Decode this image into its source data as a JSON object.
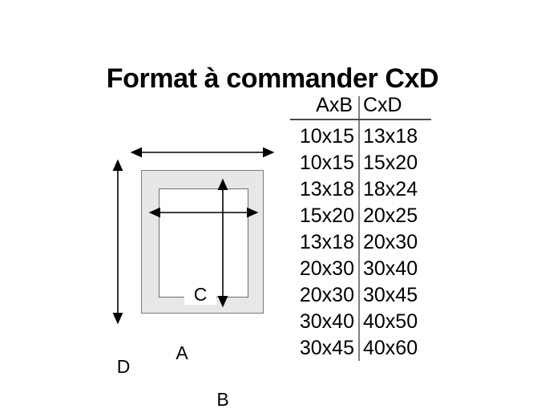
{
  "title": "Format à commander CxD",
  "diagram": {
    "name": "picture-frame-dimension-diagram",
    "labels": {
      "width_outer": "C",
      "height_outer": "D",
      "width_inner": "A",
      "height_inner": "B"
    },
    "colors": {
      "mat_fill": "#e7e7e7",
      "mat_border": "#7a7a7a",
      "aperture_fill": "#ffffff",
      "aperture_border": "#6e6e6e",
      "line": "#000000"
    }
  },
  "table": {
    "headers": [
      "AxB",
      "CxD"
    ],
    "rows": [
      {
        "ab": "10x15",
        "cd": "13x18"
      },
      {
        "ab": "10x15",
        "cd": "15x20"
      },
      {
        "ab": "13x18",
        "cd": "18x24"
      },
      {
        "ab": "15x20",
        "cd": "20x25"
      },
      {
        "ab": "13x18",
        "cd": "20x30"
      },
      {
        "ab": "20x30",
        "cd": "30x40"
      },
      {
        "ab": "20x30",
        "cd": "30x45"
      },
      {
        "ab": "30x40",
        "cd": "40x50"
      },
      {
        "ab": "30x45",
        "cd": "40x60"
      }
    ]
  }
}
